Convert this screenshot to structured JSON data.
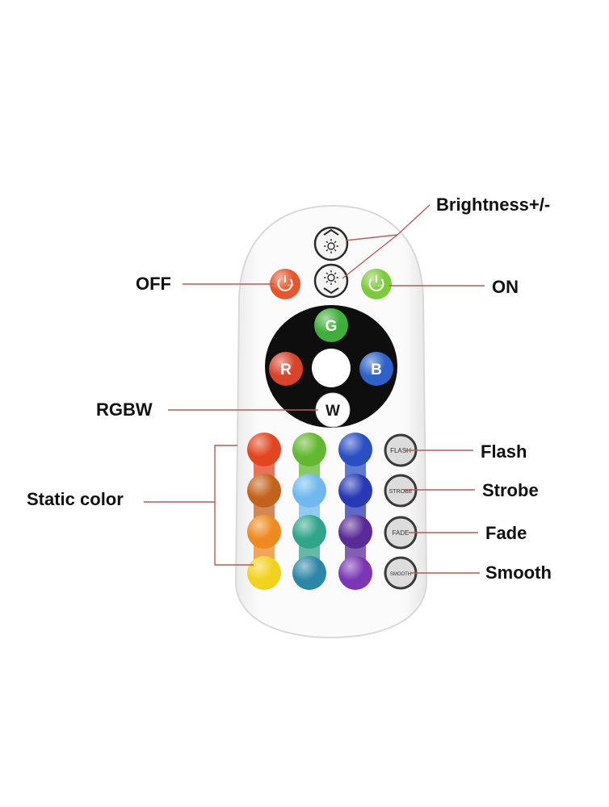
{
  "callouts": {
    "brightness": "Brightness+/-",
    "off": "OFF",
    "on": "ON",
    "rgbw": "RGBW",
    "static_color": "Static color",
    "flash": "Flash",
    "strobe": "Strobe",
    "fade": "Fade",
    "smooth": "Smooth"
  },
  "remote": {
    "power_off_label": "OFF",
    "power_on_label": "ON",
    "rgbw_keys": {
      "g": "G",
      "r": "R",
      "b": "B",
      "w": "W"
    },
    "mode_keys": {
      "flash": "FLASH",
      "strobe": "STROBE",
      "fade": "FADE",
      "smooth": "SMOOTH"
    }
  },
  "colors": {
    "off_button": "#e8552a",
    "on_button": "#7ccb3a",
    "g_key": "#3fae3a",
    "r_key": "#d8432a",
    "b_key": "#2f62c8",
    "leader_line": "#b85a52",
    "static_rows": [
      [
        "#e2451f",
        "#62b830",
        "#2a4fc4"
      ],
      [
        "#c4621c",
        "#6fb9ee",
        "#2739b4"
      ],
      [
        "#ee8a20",
        "#30a58a",
        "#5a2b98"
      ],
      [
        "#f2d21c",
        "#2e86a6",
        "#7a36b4"
      ]
    ]
  }
}
